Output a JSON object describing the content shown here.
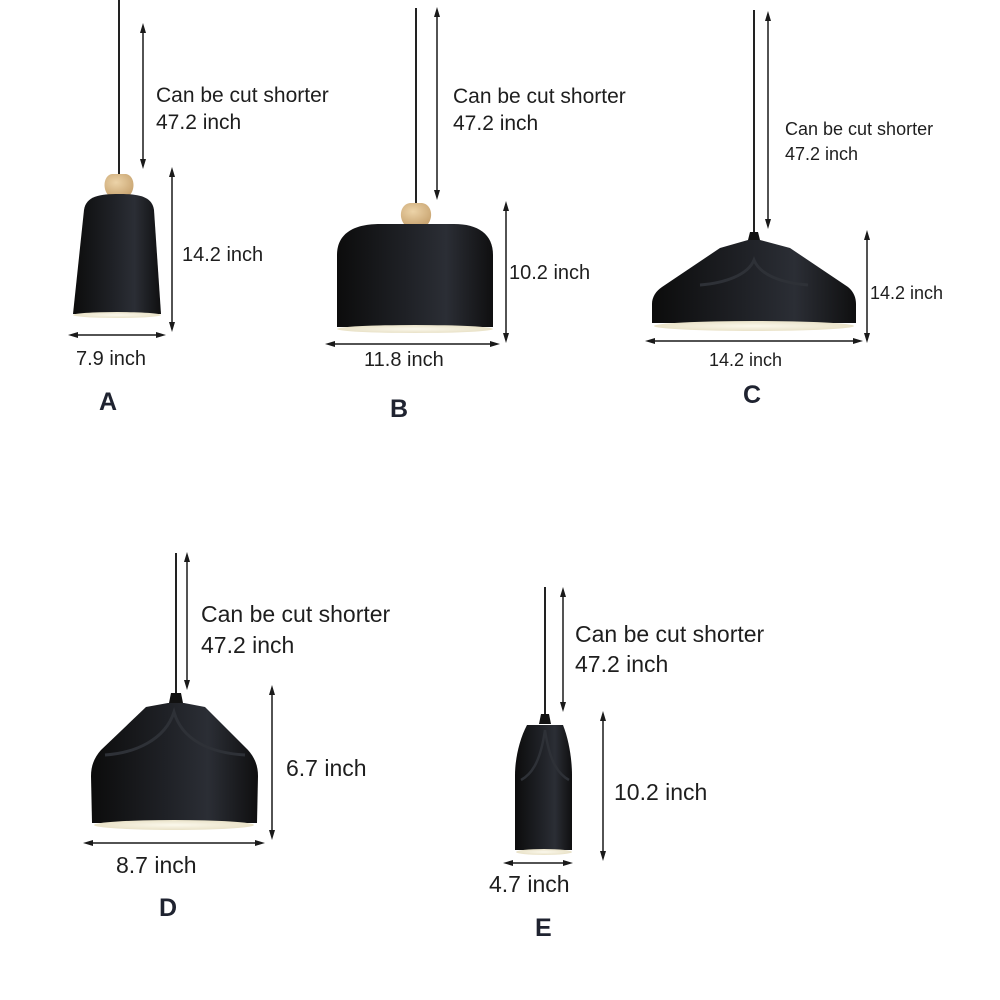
{
  "diagram": {
    "type": "product-dimension-diagram",
    "subject": "Black pendant lamps",
    "colors": {
      "background": "#ffffff",
      "shade": "#121212",
      "shade_highlight": "#2a2d33",
      "inner_glow": "#f4f0e2",
      "wood_cap": "#d8b98c",
      "cord": "#222222",
      "arrow": "#1a1a1a",
      "text": "#1e1e1e"
    },
    "lamps": [
      {
        "id": "A",
        "label": "A",
        "cord_note": "Can be cut shorter",
        "cord_length": "47.2 inch",
        "height": "14.2 inch",
        "width": "7.9 inch",
        "shape": "tall bell with wooden cap"
      },
      {
        "id": "B",
        "label": "B",
        "cord_note": "Can be cut shorter",
        "cord_length": "47.2 inch",
        "height": "10.2 inch",
        "width": "11.8 inch",
        "shape": "wide dome with wooden cap"
      },
      {
        "id": "C",
        "label": "C",
        "cord_note": "Can be cut shorter",
        "cord_length": "47.2 inch",
        "height": "14.2 inch",
        "width": "14.2 inch",
        "shape": "flat sculpted cone"
      },
      {
        "id": "D",
        "label": "D",
        "cord_note": "Can be cut shorter",
        "cord_length": "47.2 inch",
        "height": "6.7 inch",
        "width": "8.7 inch",
        "shape": "sculpted dome"
      },
      {
        "id": "E",
        "label": "E",
        "cord_note": "Can be cut shorter",
        "cord_length": "47.2 inch",
        "height": "10.2 inch",
        "width": "4.7 inch",
        "shape": "narrow sculpted cylinder"
      }
    ]
  }
}
